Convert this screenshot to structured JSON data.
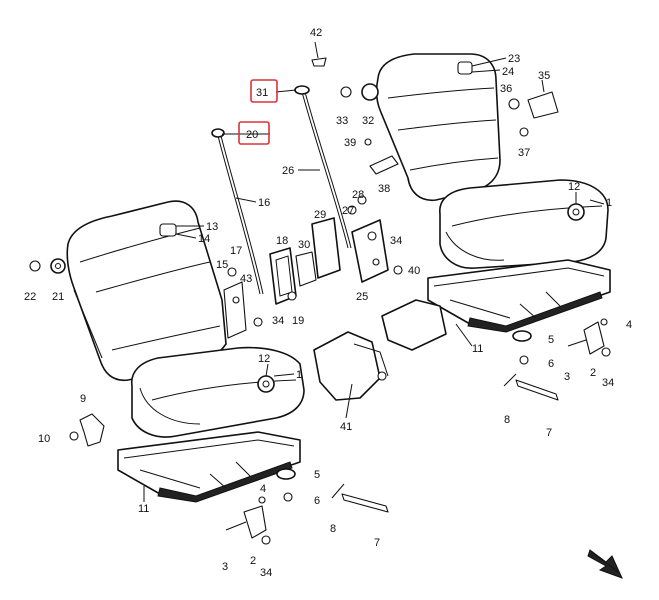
{
  "callouts": [
    {
      "id": "c1",
      "text": "1"
    },
    {
      "id": "c1b",
      "text": "1"
    },
    {
      "id": "c2",
      "text": "2"
    },
    {
      "id": "c2b",
      "text": "2"
    },
    {
      "id": "c3",
      "text": "3"
    },
    {
      "id": "c3b",
      "text": "3"
    },
    {
      "id": "c4",
      "text": "4"
    },
    {
      "id": "c4b",
      "text": "4"
    },
    {
      "id": "c5",
      "text": "5"
    },
    {
      "id": "c5b",
      "text": "5"
    },
    {
      "id": "c6",
      "text": "6"
    },
    {
      "id": "c6b",
      "text": "6"
    },
    {
      "id": "c7",
      "text": "7"
    },
    {
      "id": "c7b",
      "text": "7"
    },
    {
      "id": "c8",
      "text": "8"
    },
    {
      "id": "c8b",
      "text": "8"
    },
    {
      "id": "c9",
      "text": "9"
    },
    {
      "id": "c10",
      "text": "10"
    },
    {
      "id": "c11",
      "text": "11"
    },
    {
      "id": "c11b",
      "text": "11"
    },
    {
      "id": "c12",
      "text": "12"
    },
    {
      "id": "c12b",
      "text": "12"
    },
    {
      "id": "c13",
      "text": "13"
    },
    {
      "id": "c14",
      "text": "14"
    },
    {
      "id": "c15",
      "text": "15"
    },
    {
      "id": "c16",
      "text": "16"
    },
    {
      "id": "c17",
      "text": "17"
    },
    {
      "id": "c18",
      "text": "18"
    },
    {
      "id": "c19",
      "text": "19"
    },
    {
      "id": "c20",
      "text": "20"
    },
    {
      "id": "c21",
      "text": "21"
    },
    {
      "id": "c22",
      "text": "22"
    },
    {
      "id": "c23",
      "text": "23"
    },
    {
      "id": "c24",
      "text": "24"
    },
    {
      "id": "c25",
      "text": "25"
    },
    {
      "id": "c26",
      "text": "26"
    },
    {
      "id": "c27",
      "text": "27"
    },
    {
      "id": "c28",
      "text": "28"
    },
    {
      "id": "c29",
      "text": "29"
    },
    {
      "id": "c30",
      "text": "30"
    },
    {
      "id": "c31",
      "text": "31"
    },
    {
      "id": "c32",
      "text": "32"
    },
    {
      "id": "c33",
      "text": "33"
    },
    {
      "id": "c34a",
      "text": "34"
    },
    {
      "id": "c34b",
      "text": "34"
    },
    {
      "id": "c34c",
      "text": "34"
    },
    {
      "id": "c34d",
      "text": "34"
    },
    {
      "id": "c35",
      "text": "35"
    },
    {
      "id": "c36",
      "text": "36"
    },
    {
      "id": "c37",
      "text": "37"
    },
    {
      "id": "c38",
      "text": "38"
    },
    {
      "id": "c39",
      "text": "39"
    },
    {
      "id": "c40",
      "text": "40"
    },
    {
      "id": "c41",
      "text": "41"
    },
    {
      "id": "c42",
      "text": "42"
    },
    {
      "id": "c43",
      "text": "43"
    }
  ],
  "highlighted_callouts": [
    "c31",
    "c20"
  ],
  "colors": {
    "line": "#111111",
    "highlight": "#d8343c",
    "background": "#ffffff"
  },
  "icons": {
    "direction_arrow": "front-arrow-icon"
  }
}
